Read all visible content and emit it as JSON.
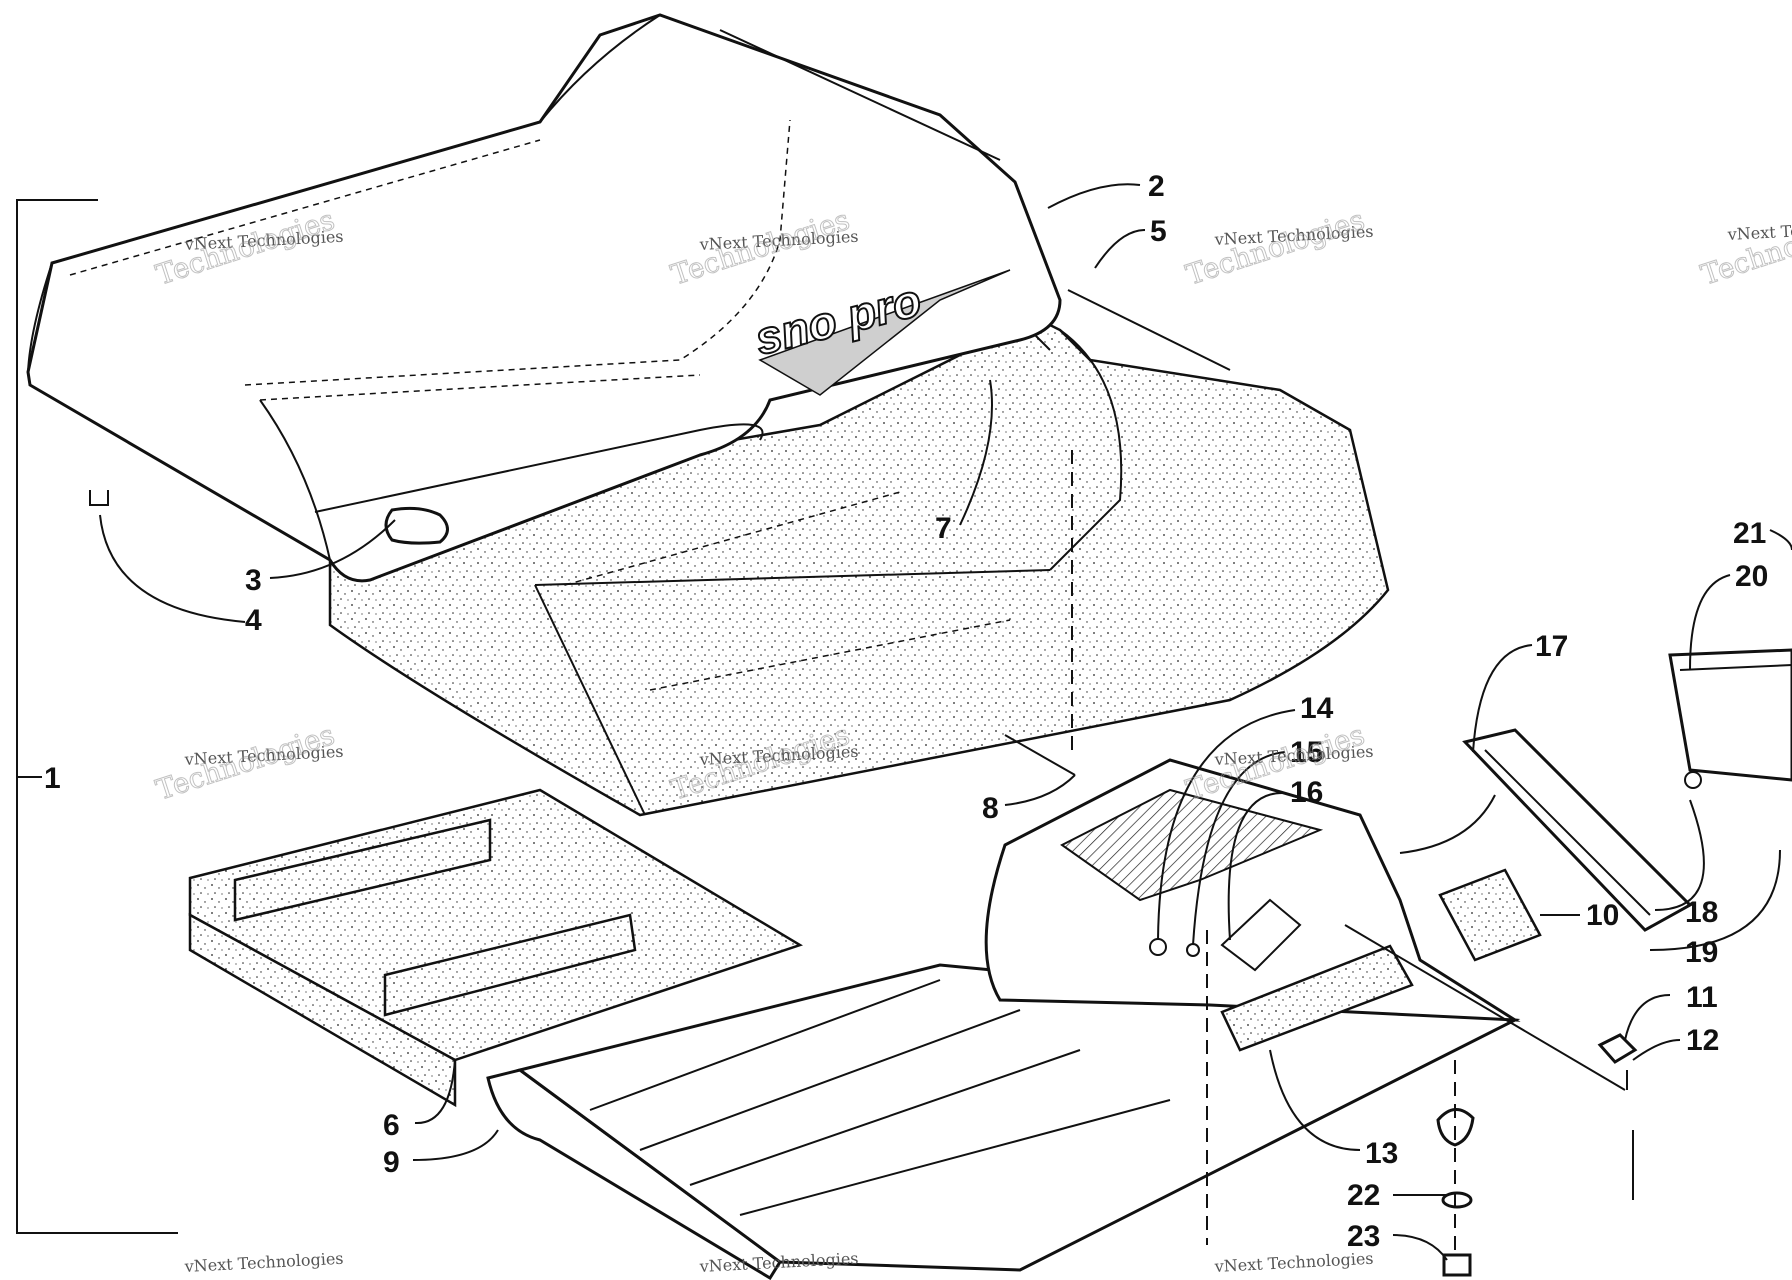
{
  "callouts": {
    "c1": "1",
    "c2": "2",
    "c3": "3",
    "c4": "4",
    "c5": "5",
    "c6": "6",
    "c7": "7",
    "c8": "8",
    "c9": "9",
    "c10": "10",
    "c11": "11",
    "c12": "12",
    "c13": "13",
    "c14": "14",
    "c15": "15",
    "c16": "16",
    "c17": "17",
    "c18": "18",
    "c19": "19",
    "c20": "20",
    "c21": "21",
    "c22": "22",
    "c23": "23"
  },
  "logo_text": "sno pro",
  "watermark": {
    "small": "vNext Technologies",
    "large": "Technologies"
  }
}
